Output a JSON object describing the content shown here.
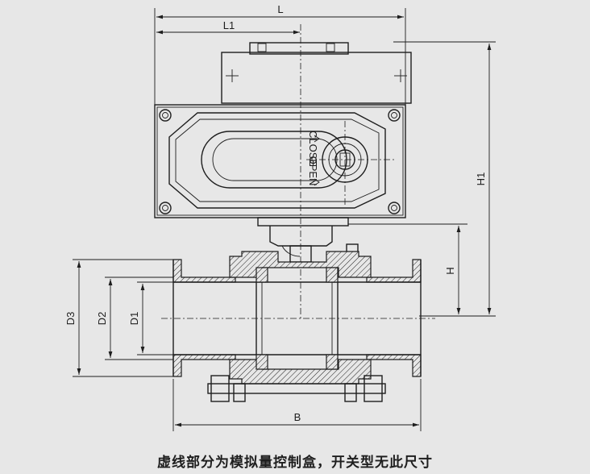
{
  "dimensions": {
    "L": "L",
    "L1": "L1",
    "H1": "H1",
    "H": "H",
    "D3": "D3",
    "D2": "D2",
    "D1": "D1",
    "B": "B"
  },
  "dial_labels": {
    "close": "CLOSE",
    "open": "OPEN"
  },
  "caption": "虚线部分为模拟量控制盒，开关型无此尺寸"
}
